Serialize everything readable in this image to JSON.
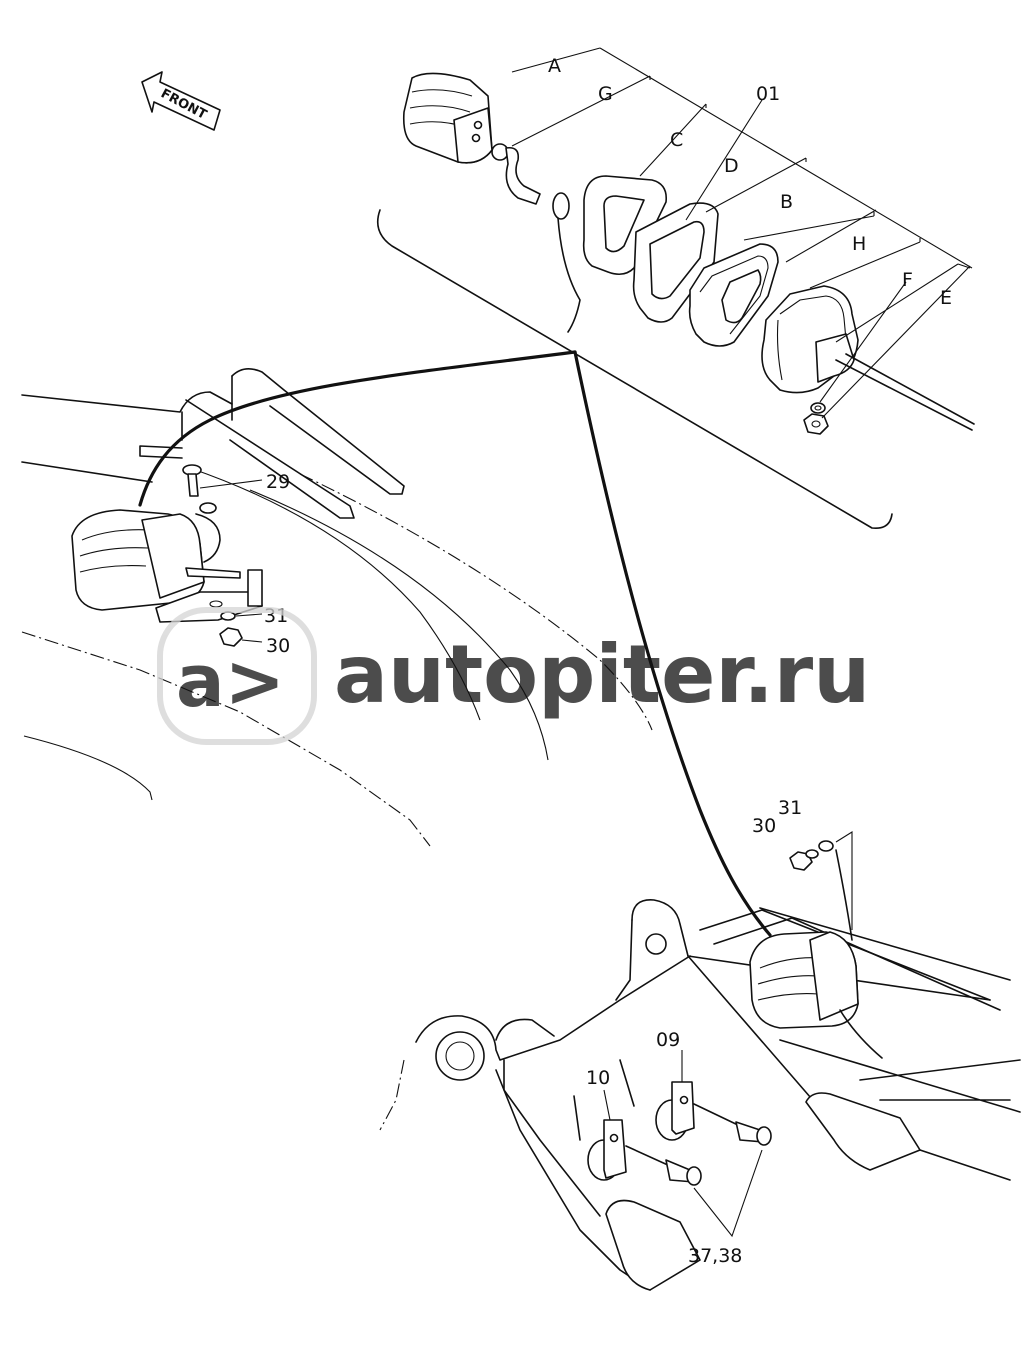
{
  "diagram": {
    "front_arrow_label": "FRONT",
    "callouts": {
      "A": "A",
      "G": "G",
      "C": "C",
      "D": "D",
      "B": "B",
      "H": "H",
      "F": "F",
      "E": "E",
      "p01": "01",
      "p29": "29",
      "p31_left": "31",
      "p30_left": "30",
      "p30_right": "30",
      "p31_right": "31",
      "p09": "09",
      "p10": "10",
      "p37_38": "37,38"
    },
    "watermark": {
      "logo_text": "a>",
      "site_text": "autopiter.ru"
    }
  }
}
